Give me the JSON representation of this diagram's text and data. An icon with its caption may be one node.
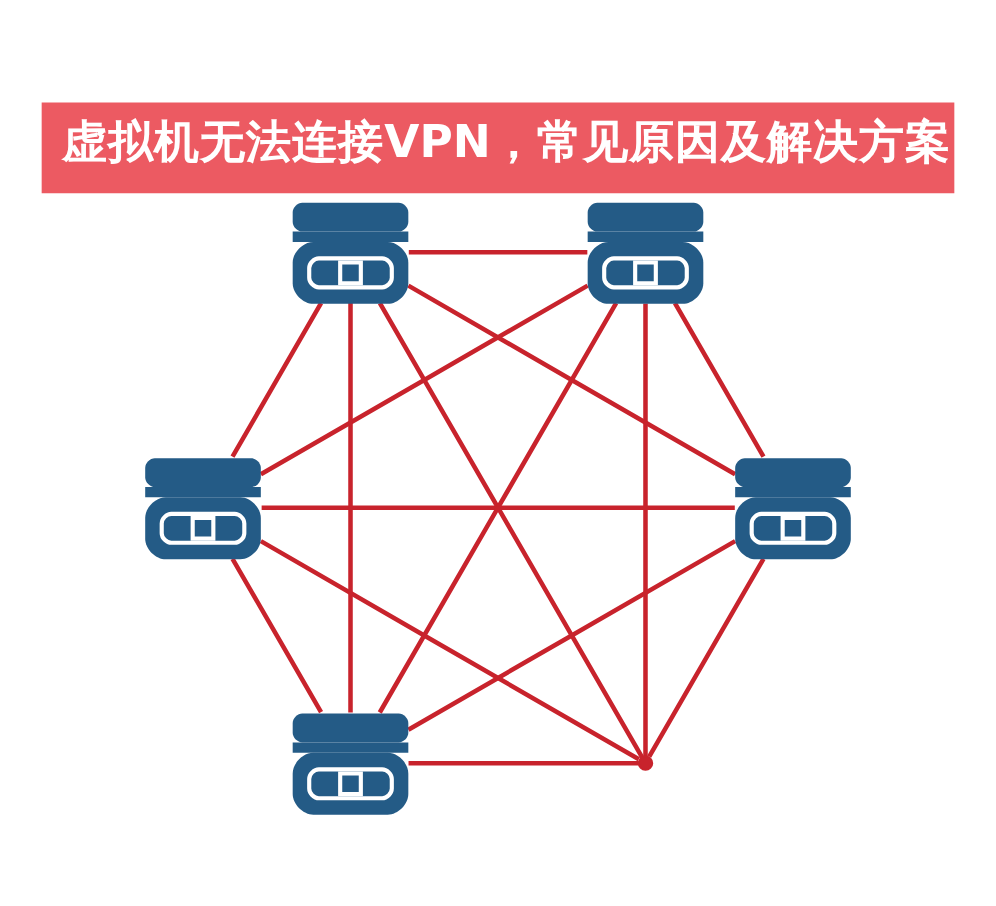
{
  "diagram": {
    "title": "虚拟机无法连接VPN，常见原因及解决方案",
    "nodes": [
      {
        "text": [],
        "shape": "picture"
      },
      {
        "text": [],
        "shape": "picture"
      },
      {
        "text": [],
        "shape": "picture"
      },
      {
        "text": [],
        "shape": "point"
      },
      {
        "text": [],
        "shape": "picture"
      },
      {
        "text": [],
        "shape": "picture"
      }
    ],
    "edges": [
      {
        "from": 0,
        "to": 1,
        "arrow": "none"
      },
      {
        "from": 0,
        "to": 2,
        "arrow": "none"
      },
      {
        "from": 0,
        "to": 3,
        "arrow": "none"
      },
      {
        "from": 0,
        "to": 4,
        "arrow": "none"
      },
      {
        "from": 0,
        "to": 5,
        "arrow": "none"
      },
      {
        "from": 1,
        "to": 2,
        "arrow": "none"
      },
      {
        "from": 1,
        "to": 3,
        "arrow": "none"
      },
      {
        "from": 1,
        "to": 4,
        "arrow": "none"
      },
      {
        "from": 1,
        "to": 5,
        "arrow": "none"
      },
      {
        "from": 2,
        "to": 3,
        "arrow": "none"
      },
      {
        "from": 2,
        "to": 4,
        "arrow": "none"
      },
      {
        "from": 2,
        "to": 5,
        "arrow": "none"
      },
      {
        "from": 3,
        "to": 4,
        "arrow": "none"
      },
      {
        "from": 3,
        "to": 5,
        "arrow": "none"
      },
      {
        "from": 4,
        "to": 5,
        "arrow": "none"
      }
    ]
  }
}
